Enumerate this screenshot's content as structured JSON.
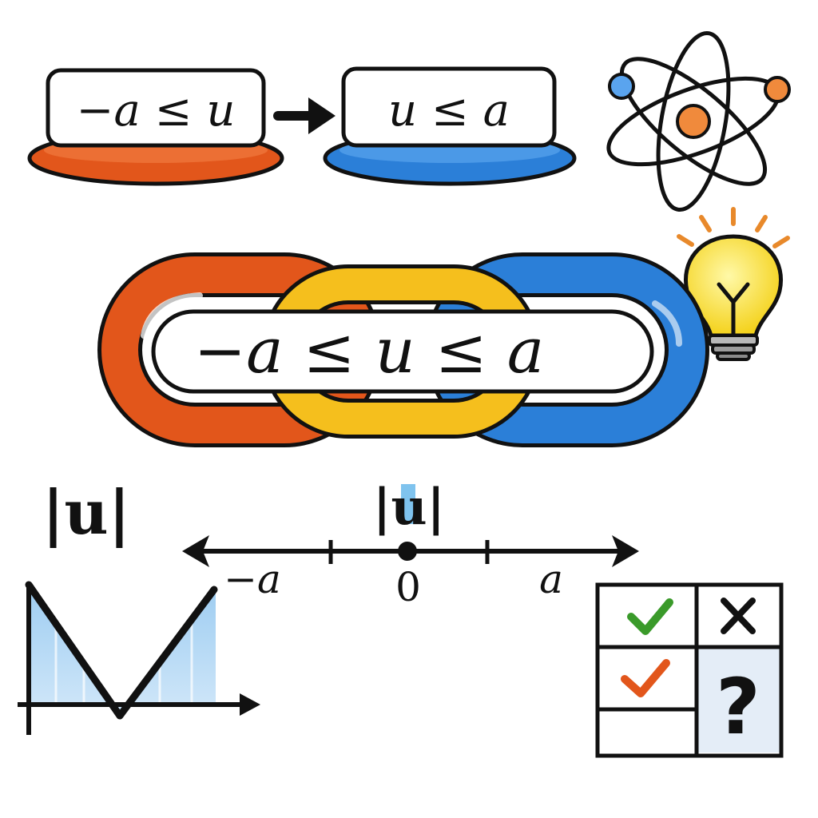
{
  "top_left_card": {
    "text": "−a ≤ u",
    "color": "#e2561b"
  },
  "top_right_card": {
    "text": "u ≤ a",
    "color": "#2b7fd8"
  },
  "chain": {
    "text": "−a ≤ u ≤ a",
    "colors": [
      "#e2561b",
      "#f5bf1d",
      "#2b7fd8"
    ]
  },
  "abs_label_left": "|u|",
  "abs_label_line": "|u|",
  "number_line": {
    "left_label": "−a",
    "center_label": "0",
    "right_label": "a"
  },
  "answer_grid": {
    "question_mark": "?"
  },
  "icons": [
    "atom-icon",
    "lightbulb-icon",
    "check-icon",
    "cross-icon",
    "question-icon"
  ]
}
